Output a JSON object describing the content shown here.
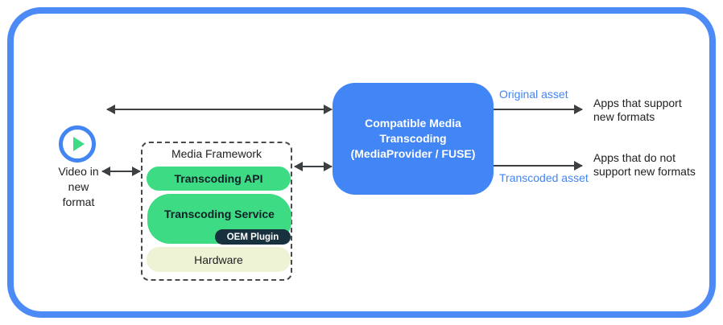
{
  "source": {
    "label": "Video in\nnew\nformat"
  },
  "media_framework": {
    "title": "Media Framework",
    "layers": {
      "api": "Transcoding API",
      "service": "Transcoding Service",
      "oem": "OEM Plugin",
      "hardware": "Hardware"
    }
  },
  "transcoder": {
    "label": "Compatible Media\nTranscoding\n(MediaProvider / FUSE)"
  },
  "outputs": {
    "original": {
      "arrow_label": "Original asset",
      "target": "Apps that support\nnew formats"
    },
    "transcoded": {
      "arrow_label": "Transcoded asset",
      "target": "Apps that do not\nsupport new formats"
    }
  },
  "colors": {
    "frame_blue": "#4c8bf5",
    "box_blue": "#4285f4",
    "pill_green": "#3ddc84",
    "oem_dark_navy": "#17313f",
    "hardware_cream": "#eef3d6",
    "arrow_gray": "#3c4043",
    "asset_label_blue": "#4285f4",
    "text_dark": "#202124"
  }
}
